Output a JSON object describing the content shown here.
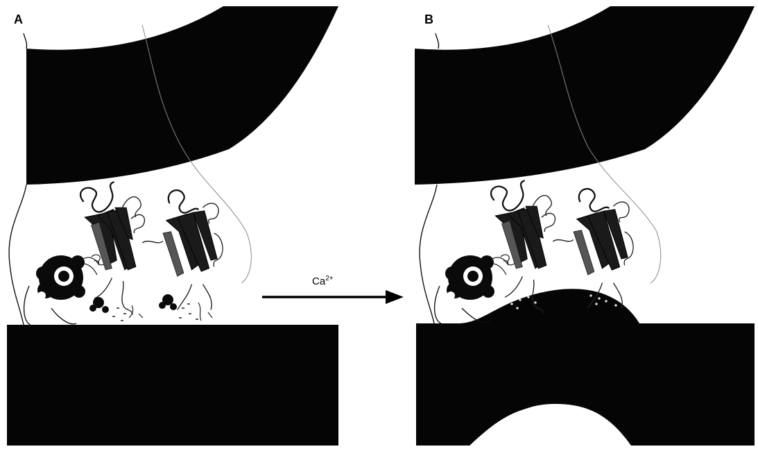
{
  "panels": {
    "a": {
      "label": "A"
    },
    "b": {
      "label": "B"
    }
  },
  "arrow": {
    "label": "Ca",
    "superscript": "2+"
  },
  "colors": {
    "membrane": "#050505",
    "background": "#ffffff",
    "protein": "#111111",
    "calcium_marks": "#ffffff"
  }
}
